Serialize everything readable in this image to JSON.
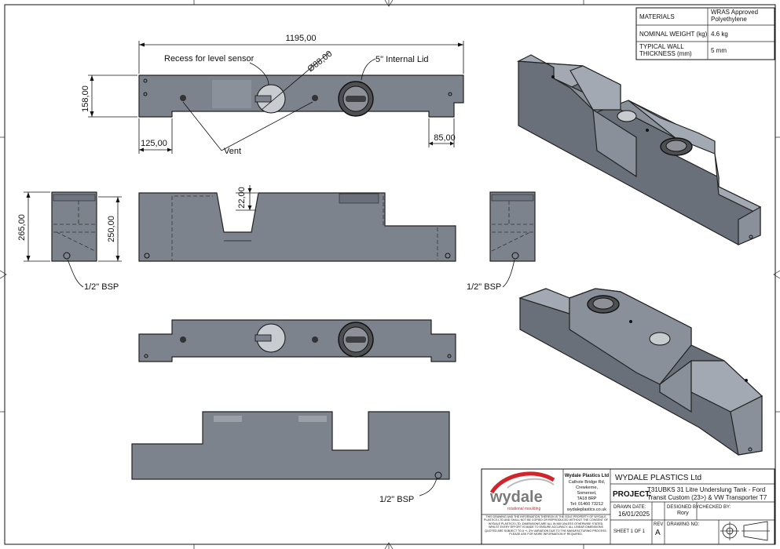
{
  "materials_table": {
    "rows": [
      {
        "label": "MATERIALS",
        "value": "WRAS Approved Polyethylene"
      },
      {
        "label": "NOMINAL WEIGHT (kg)",
        "value": "4.6 kg"
      },
      {
        "label": "TYPICAL WALL THICKNESS (mm)",
        "value": "5 mm"
      }
    ]
  },
  "dimensions": {
    "length": "1195,00",
    "height_top": "158,00",
    "left_offset": "125,00",
    "right_offset": "85,00",
    "diameter": "Ø88,00",
    "recess_depth": "22,00",
    "overall_height": "265,00",
    "body_height": "250,00"
  },
  "annotations": {
    "recess": "Recess for level sensor",
    "lid": "5\" Internal Lid",
    "vent": "Vent",
    "bsp": "1/2\" BSP"
  },
  "title_block": {
    "company_name": "Wydale Plastics Ltd",
    "address_lines": [
      "Cathole Bridge Rd,",
      "Crewkerne,",
      "Somerset,",
      "TA18 8RP",
      "Tel: 01460 73212",
      "wydaleplastics.co.uk"
    ],
    "logo_text": "wydale",
    "logo_tagline": "rotational moulding",
    "disclaimer": "THIS DRAWING AND THE INFORMATION THEREON IS THE SOLE PROPERTY OF WYDALE PLASTICS LTD AND SHALL NOT BE COPIED OR REPRODUCED WITHOUT THE CONSENT OF WYDALE PLASTICS LTD. DIMENSIONS ARE ALL IN MM UNLESS OTHERWISE STATED. WHILST EVERY EFFORT IS MADE TO ENSURE ACCURACY, ALL LINEAR DIMENSIONS QUOTED ARE SUBJECT TO A +/- 3% VARIATION DUE TO THE MANUFACTURING PROCESS. PLEASE ASK FOR MORE INFORMATION IF REQUIRED.",
    "header": "WYDALE PLASTICS Ltd",
    "project_label": "PROJECT:",
    "project_line1": "T31UBKS 31 Litre Underslung Tank - Ford",
    "project_line2": "Transit Custom (23>) & VW Transporter T7",
    "drawn_date_label": "DRAWN DATE:",
    "drawn_date": "16/01/2025",
    "designed_by_label": "DESIGNED BY:",
    "designed_by": "Rory",
    "checked_by_label": "CHECKED BY:",
    "sheet": "SHEET 1 OF 1",
    "rev_label": "REV",
    "rev": "A",
    "drawing_no_label": "DRAWING NO:"
  },
  "colors": {
    "tank": "#7d838d",
    "logo_red": "#d0262b",
    "logo_grey": "#7a7a7a"
  }
}
